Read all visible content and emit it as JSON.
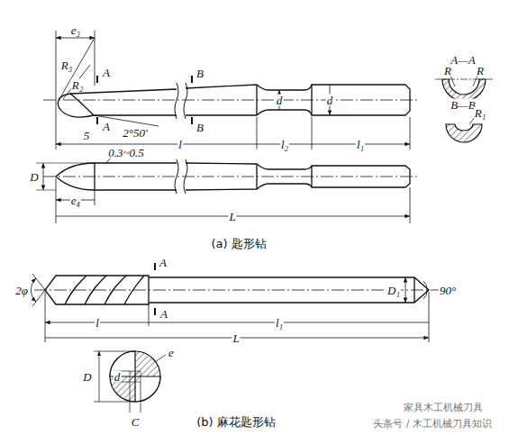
{
  "diagram": {
    "labels": [
      "e₃",
      "R₃",
      "R₂",
      "A",
      "A",
      "5",
      "2°50′",
      "l",
      "B",
      "B",
      "d",
      "d",
      "l₂",
      "l₁",
      "A—A",
      "R",
      "R",
      "B—B",
      "R₁",
      "0.3~0.5",
      "D",
      "e₄",
      "L",
      "(a) 匙形钻",
      "2φ",
      "A",
      "l",
      "A",
      "l₁",
      "L",
      "D₁",
      "90°",
      "D",
      "d",
      "e",
      "C",
      "(b) 麻花匙形钻",
      "家具木工机械刀具",
      "头条号 / 木工机械刀具知识"
    ]
  }
}
